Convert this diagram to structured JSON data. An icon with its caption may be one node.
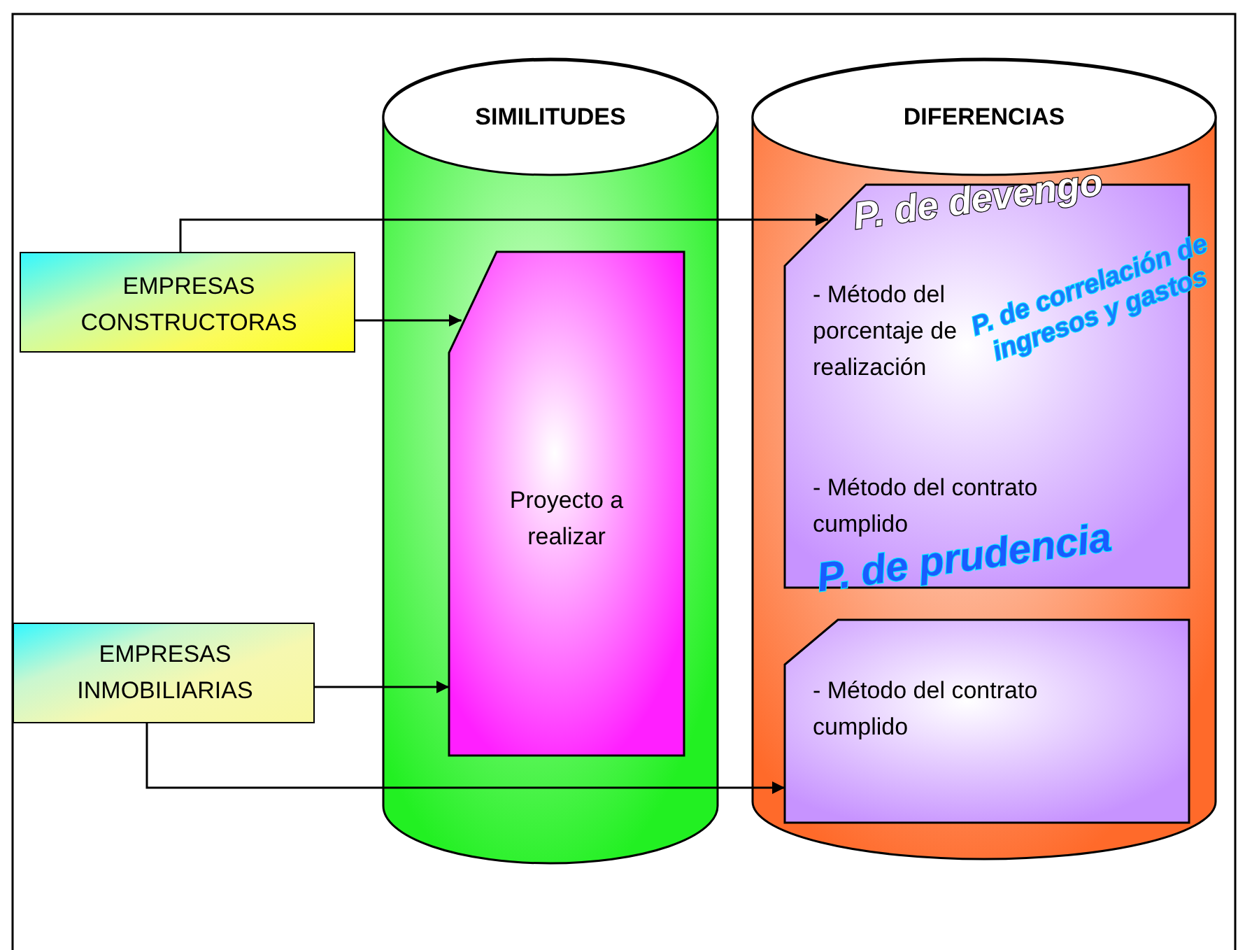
{
  "diagram": {
    "nodes": [
      {
        "text": [
          "SIMILITUDES"
        ]
      },
      {
        "text": [
          "Proyecto a realizar"
        ],
        "in": 0
      },
      {
        "text": [
          "DIFERENCIAS"
        ]
      },
      {
        "text": [
          "- Método del porcentaje de realización",
          "- Método del contrato cumplido"
        ],
        "in": 2
      },
      {
        "text": [
          "- Método del contrato cumplido"
        ],
        "in": 2
      },
      {
        "text": [
          "EMPRESAS CONSTRUCTORAS"
        ]
      },
      {
        "text": [
          "EMPRESAS INMOBILIARIAS"
        ]
      }
    ],
    "edges": [
      {
        "from": 5,
        "to": 3,
        "arrow": "to"
      },
      {
        "from": 5,
        "to": 1,
        "arrow": "to"
      },
      {
        "from": 6,
        "to": 1,
        "arrow": "to"
      },
      {
        "from": 6,
        "to": 4,
        "arrow": "to"
      }
    ],
    "labels": [
      "P. de devengo",
      "P. de correlación de ingresos y gastos",
      "P. de prudencia"
    ]
  }
}
